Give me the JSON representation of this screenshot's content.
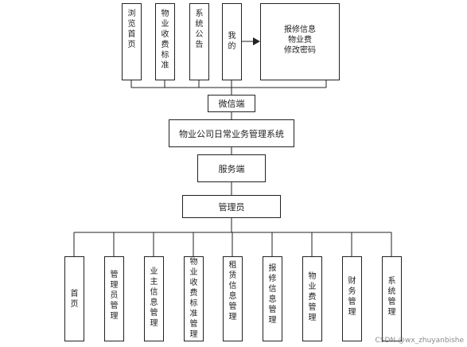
{
  "top_items": [
    {
      "id": "browse-home",
      "label": "浏览首页"
    },
    {
      "id": "fee-standard",
      "label": "物业收费标准"
    },
    {
      "id": "system-notice",
      "label": "系统公告"
    },
    {
      "id": "mine",
      "label": "我的"
    }
  ],
  "my_submenu": [
    "报修信息",
    "物业费",
    "修改密码"
  ],
  "wechat_label": "微信端",
  "system_label": "物业公司日常业务管理系统",
  "server_label": "服务端",
  "admin_label": "管理员",
  "admin_items": [
    {
      "id": "home",
      "label": "首页"
    },
    {
      "id": "admin-manage",
      "label": "管理员管理"
    },
    {
      "id": "owner-info-manage",
      "label": "业主信息管理"
    },
    {
      "id": "fee-standard-manage",
      "label": "物业收费标准管理"
    },
    {
      "id": "rental-info-manage",
      "label": "租赁信息管理"
    },
    {
      "id": "repair-info-manage",
      "label": "报修信息管理"
    },
    {
      "id": "property-fee-manage",
      "label": "物业费管理"
    },
    {
      "id": "finance-manage",
      "label": "财务管理"
    },
    {
      "id": "system-manage",
      "label": "系统管理"
    }
  ],
  "watermark": "CSDN @wx_zhuyanbishe"
}
